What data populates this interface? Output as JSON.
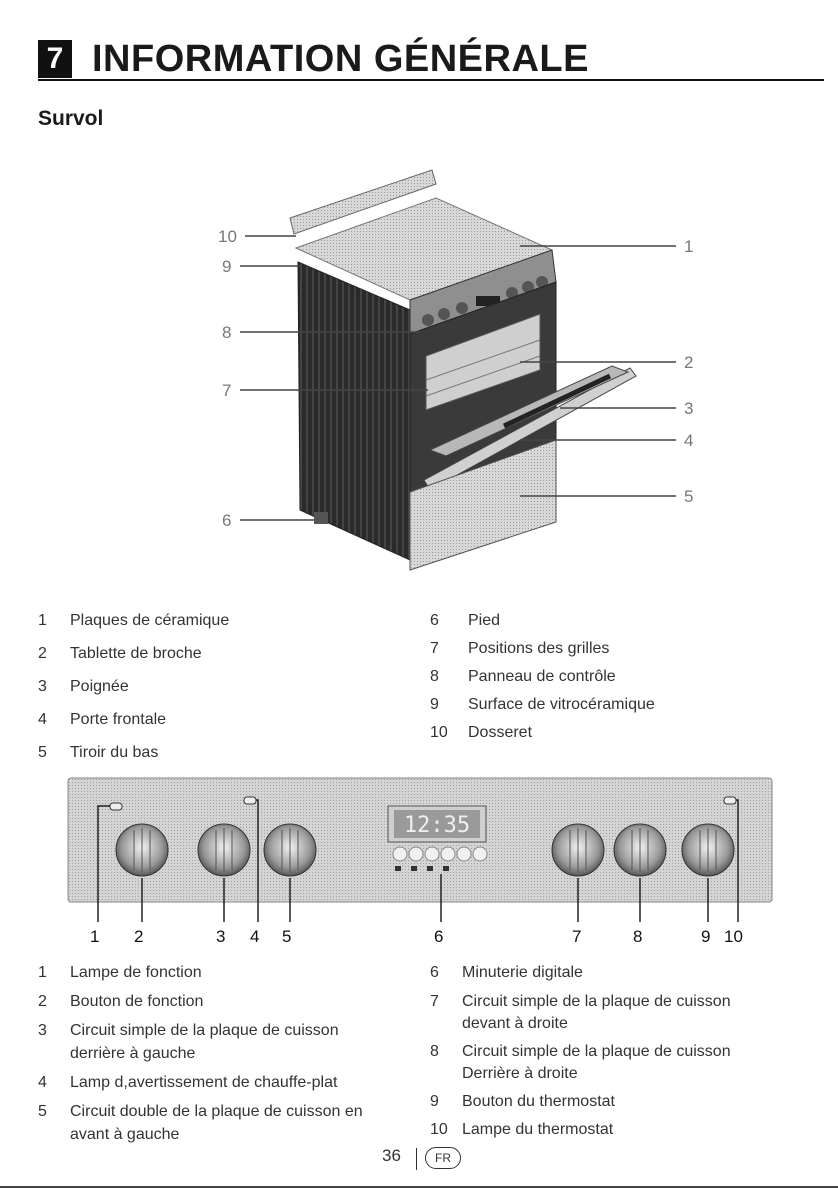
{
  "header": {
    "section_number": "7",
    "title": "INFORMATION GÉNÉRALE",
    "subtitle": "Survol"
  },
  "overview": {
    "callouts": [
      "1",
      "2",
      "3",
      "4",
      "5",
      "6",
      "7",
      "8",
      "9",
      "10"
    ],
    "items": [
      {
        "num": "1",
        "text": "Plaques de céramique"
      },
      {
        "num": "2",
        "text": "Tablette de broche"
      },
      {
        "num": "3",
        "text": "Poignée"
      },
      {
        "num": "4",
        "text": "Porte frontale"
      },
      {
        "num": "5",
        "text": "Tiroir du bas"
      },
      {
        "num": "6",
        "text": "Pied"
      },
      {
        "num": "7",
        "text": "Positions des grilles"
      },
      {
        "num": "8",
        "text": "Panneau de contrôle"
      },
      {
        "num": "9",
        "text": "Surface de vitrocéramique"
      },
      {
        "num": "10",
        "text": "Dosseret"
      }
    ]
  },
  "control_panel": {
    "display_time": "12:35",
    "callouts": [
      "1",
      "2",
      "3",
      "4",
      "5",
      "6",
      "7",
      "8",
      "9",
      "10"
    ],
    "items": [
      {
        "num": "1",
        "lines": [
          "Lampe de fonction"
        ]
      },
      {
        "num": "2",
        "lines": [
          "Bouton de fonction"
        ]
      },
      {
        "num": "3",
        "lines": [
          "Circuit simple de la plaque de cuisson",
          "derrière à gauche"
        ]
      },
      {
        "num": "4",
        "lines": [
          "Lamp d,avertissement de chauffe-plat"
        ]
      },
      {
        "num": "5",
        "lines": [
          "Circuit double de la plaque de cuisson en",
          "avant à gauche"
        ]
      },
      {
        "num": "6",
        "lines": [
          "Minuterie digitale"
        ]
      },
      {
        "num": "7",
        "lines": [
          "Circuit simple de la plaque de cuisson",
          "devant à droite"
        ]
      },
      {
        "num": "8",
        "lines": [
          "Circuit simple de la plaque de cuisson",
          "Derrière à droite"
        ]
      },
      {
        "num": "9",
        "lines": [
          "Bouton du thermostat"
        ]
      },
      {
        "num": "10",
        "lines": [
          "Lampe du thermostat"
        ]
      }
    ]
  },
  "footer": {
    "page_number": "36",
    "language_badge": "FR"
  }
}
